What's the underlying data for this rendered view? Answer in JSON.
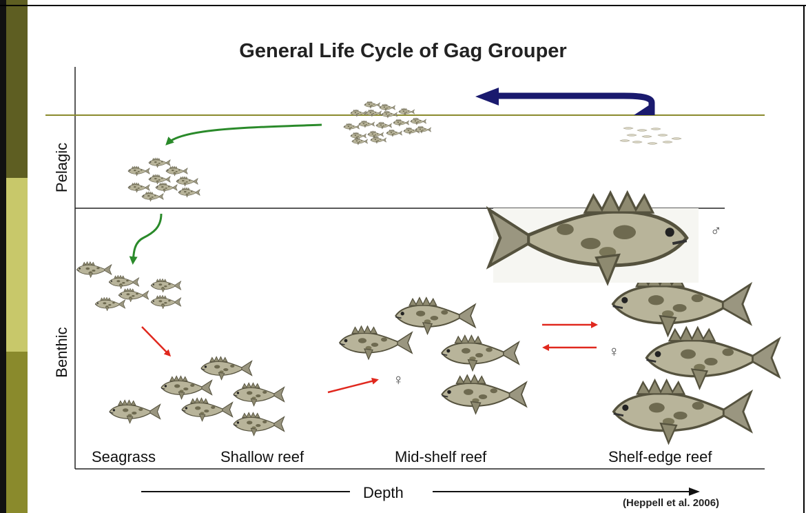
{
  "title": "General Life Cycle of Gag Grouper",
  "zones": {
    "pelagic": "Pelagic",
    "benthic": "Benthic"
  },
  "habitats": [
    "Seagrass",
    "Shallow reef",
    "Mid-shelf reef",
    "Shelf-edge reef"
  ],
  "axis": {
    "label": "Depth"
  },
  "citation": "(Heppell et al. 2006)",
  "sex_symbols": {
    "male": "♂",
    "female": "♀"
  },
  "colors": {
    "larval_drift_arrow": "#1a1a6e",
    "settlement_arrow": "#2a8a2a",
    "ontogenetic_arrow": "#e0281e",
    "surface_line": "#8a8a2c",
    "fish_body": "#b8b49a",
    "fish_mottle": "#6e6a50"
  }
}
